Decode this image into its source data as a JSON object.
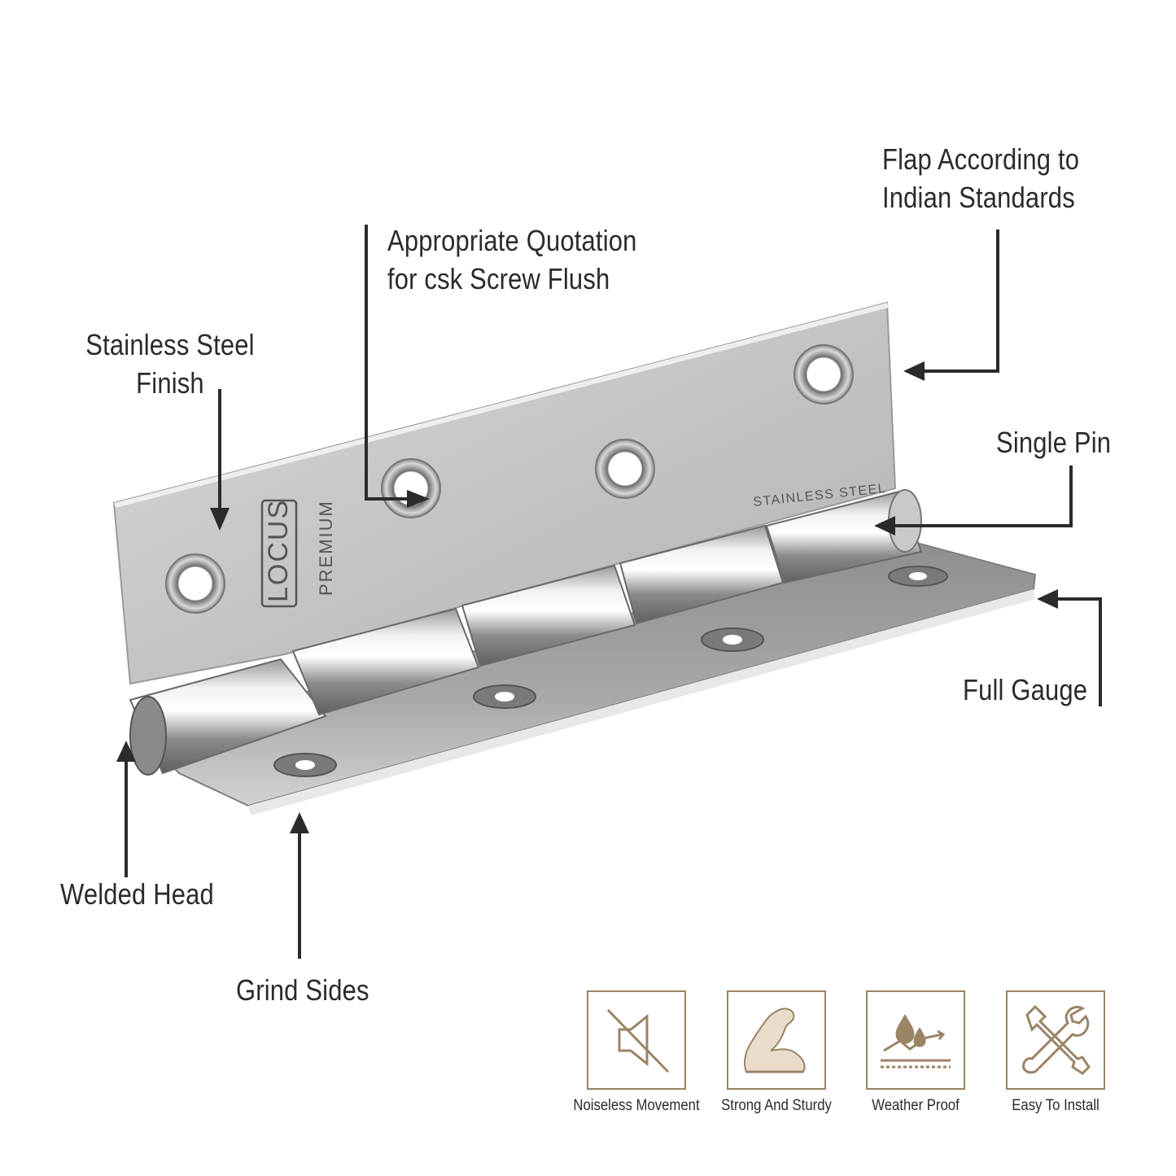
{
  "callouts": {
    "stainless_finish": [
      "Stainless Steel",
      "Finish"
    ],
    "csk_screw": [
      "Appropriate Quotation",
      "for csk Screw Flush"
    ],
    "flap_standards": [
      "Flap According to",
      "Indian Standards"
    ],
    "single_pin": "Single Pin",
    "full_gauge": "Full Gauge",
    "welded_head": "Welded Head",
    "grind_sides": "Grind Sides"
  },
  "hinge": {
    "brand_logo": "LOCUS",
    "brand_tier": "PREMIUM",
    "material_stamp": "STAINLESS STEEL"
  },
  "features": [
    {
      "label": "Noiseless Movement",
      "icon": "speaker-muted-icon"
    },
    {
      "label": "Strong And Sturdy",
      "icon": "flexed-arm-icon"
    },
    {
      "label": "Weather Proof",
      "icon": "water-drop-arrows-icon"
    },
    {
      "label": "Easy To Install",
      "icon": "screwdriver-wrench-icon"
    }
  ],
  "colors": {
    "text": "#2b2b2b",
    "arrow": "#2b2b2b",
    "icon_border": "#9b8466",
    "icon_stroke": "#9b8466"
  }
}
